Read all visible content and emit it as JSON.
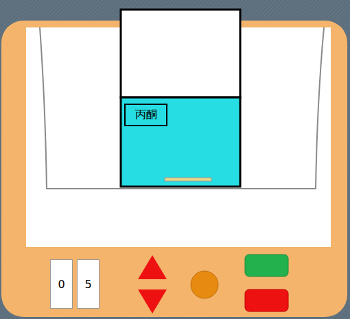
{
  "diagram": {
    "nodes": [
      {
        "text": [
          "丙酮"
        ]
      },
      {
        "text": [
          "0"
        ]
      },
      {
        "text": [
          "5"
        ]
      }
    ]
  }
}
